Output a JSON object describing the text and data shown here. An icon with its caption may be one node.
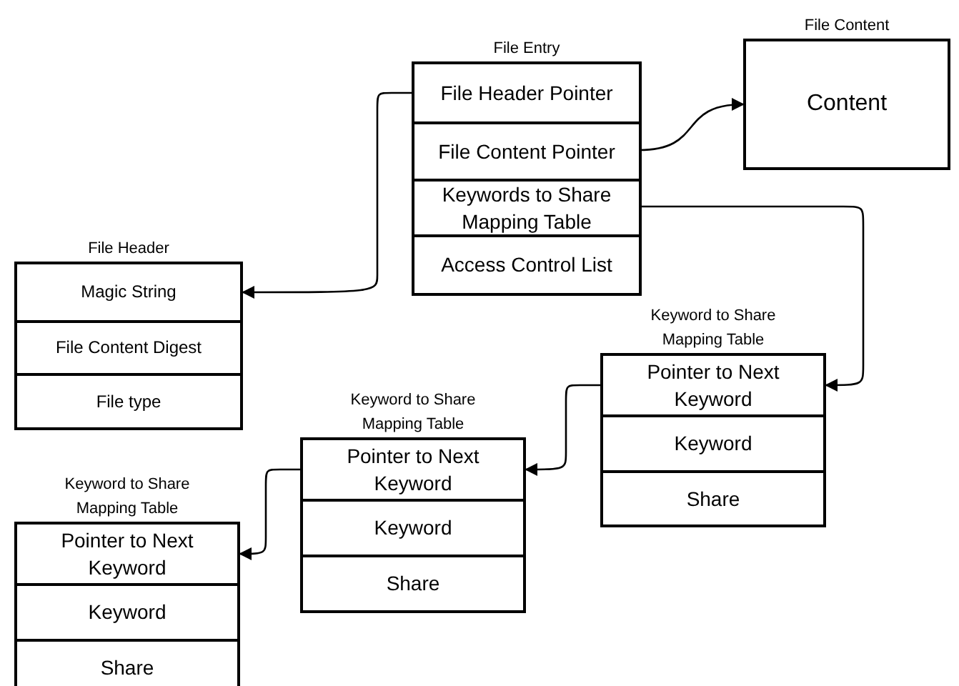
{
  "diagram": {
    "nodes": [
      {
        "text": [
          "File Entry"
        ]
      },
      {
        "text": [
          "File Header Pointer"
        ],
        "in": 0
      },
      {
        "text": [
          "File Content Pointer"
        ],
        "in": 0
      },
      {
        "text": [
          "Keywords to Share Mapping Table"
        ],
        "in": 0
      },
      {
        "text": [
          "Access Control List"
        ],
        "in": 0
      },
      {
        "text": [
          "File Content",
          "Content"
        ]
      },
      {
        "text": [
          "File Header"
        ]
      },
      {
        "text": [
          "Magic String"
        ],
        "in": 6
      },
      {
        "text": [
          "File Content Digest"
        ],
        "in": 6
      },
      {
        "text": [
          "File type"
        ],
        "in": 6
      },
      {
        "text": [
          "Keyword to Share Mapping Table"
        ]
      },
      {
        "text": [
          "Pointer to Next Keyword"
        ],
        "in": 10
      },
      {
        "text": [
          "Keyword"
        ],
        "in": 10
      },
      {
        "text": [
          "Share"
        ],
        "in": 10
      },
      {
        "text": [
          "Keyword to Share Mapping Table"
        ]
      },
      {
        "text": [
          "Pointer to Next Keyword"
        ],
        "in": 14
      },
      {
        "text": [
          "Keyword"
        ],
        "in": 14
      },
      {
        "text": [
          "Share"
        ],
        "in": 14
      },
      {
        "text": [
          "Keyword to Share Mapping Table"
        ]
      },
      {
        "text": [
          "Pointer to Next Keyword"
        ],
        "in": 18
      },
      {
        "text": [
          "Keyword"
        ],
        "in": 18
      },
      {
        "text": [
          "Share"
        ],
        "in": 18
      }
    ],
    "edges": [
      {
        "from": 1,
        "to": 6,
        "arrow": "to"
      },
      {
        "from": 2,
        "to": 5,
        "arrow": "to"
      },
      {
        "from": 3,
        "to": 10,
        "arrow": "to"
      },
      {
        "from": 11,
        "to": 14,
        "arrow": "to"
      },
      {
        "from": 15,
        "to": 18,
        "arrow": "to"
      }
    ]
  }
}
